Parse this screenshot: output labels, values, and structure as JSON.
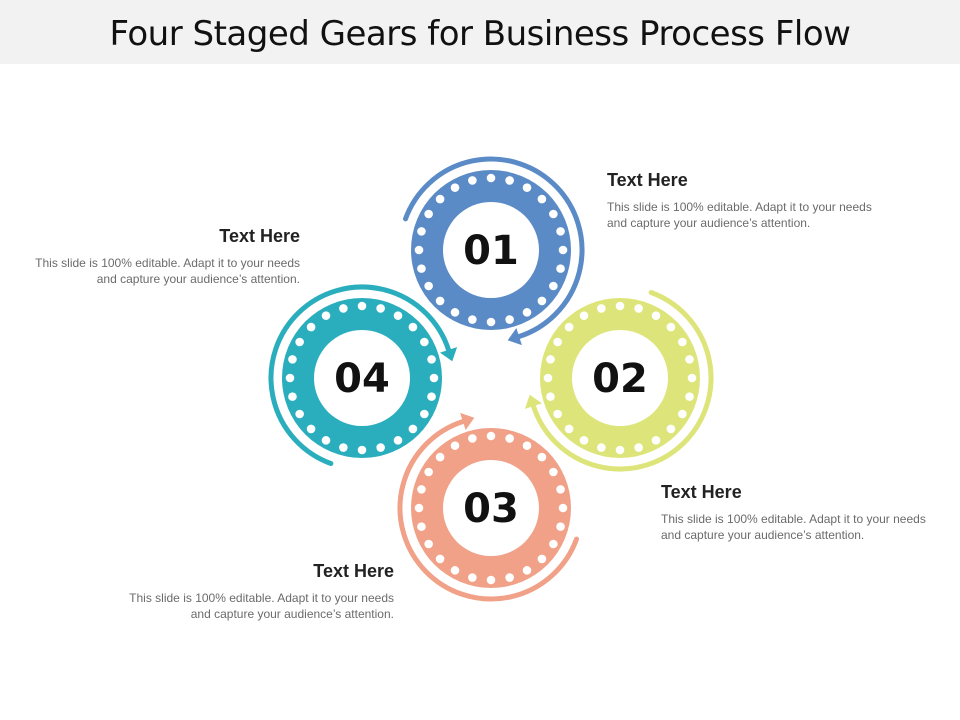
{
  "title": "Four Staged Gears for Business Process Flow",
  "stages": [
    {
      "number": "01",
      "color": "#5b8bc7",
      "heading": "Text Here",
      "body": "This slide is 100% editable. Adapt it to your needs and capture your audience’s attention."
    },
    {
      "number": "02",
      "color": "#dde57a",
      "heading": "Text Here",
      "body": "This slide is 100% editable. Adapt it to your needs and capture your audience’s attention."
    },
    {
      "number": "03",
      "color": "#f0a187",
      "heading": "Text Here",
      "body": "This slide is 100% editable. Adapt it to your needs and capture your audience’s attention."
    },
    {
      "number": "04",
      "color": "#2aaebd",
      "heading": "Text Here",
      "body": "This slide is 100% editable. Adapt it to your needs and capture your audience’s attention."
    }
  ]
}
